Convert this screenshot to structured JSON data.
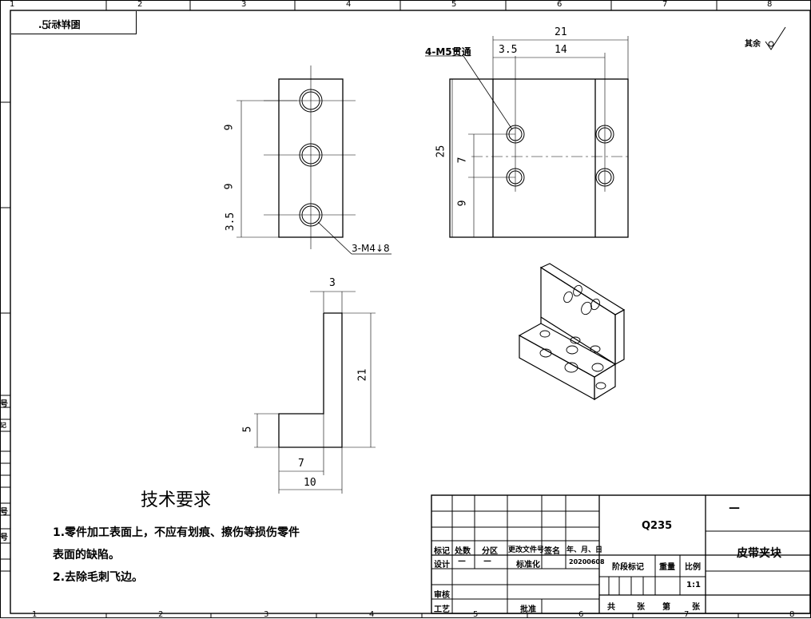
{
  "frame": {
    "top_zones": [
      "1",
      "2",
      "3",
      "4",
      "5",
      "6",
      "7",
      "8"
    ],
    "bottom_zones": [
      "1",
      "2",
      "3",
      "4",
      "5",
      "6",
      "7",
      "8"
    ],
    "corner_text": "图样标记."
  },
  "views": {
    "front": {
      "dim_9_top": "9",
      "dim_9_mid": "9",
      "dim_3_5": "3.5",
      "callout": "3-M4↓8"
    },
    "top_right": {
      "dim_21": "21",
      "dim_3_5": "3.5",
      "dim_14": "14",
      "dim_25": "25",
      "dim_7": "7",
      "dim_9": "9",
      "callout": "4-M5贯通"
    },
    "side": {
      "dim_3": "3",
      "dim_21": "21",
      "dim_5": "5",
      "dim_7": "7",
      "dim_10": "10"
    }
  },
  "roughness": {
    "label": "其余"
  },
  "tech_requirements": {
    "title": "技术要求",
    "line1": "1.零件加工表面上，不应有划痕、擦伤等损伤零件",
    "line2": "表面的缺陷。",
    "line3": "2.去除毛刺飞边。"
  },
  "title_block": {
    "hdr_mark": "标记",
    "hdr_count": "处数",
    "hdr_zone": "分区",
    "hdr_docno": "更改文件号",
    "hdr_sign": "签名",
    "hdr_date": "年、月、日",
    "design": "设计",
    "design_dash1": "—",
    "design_dash2": "—",
    "standard": "标准化",
    "date_value": "20200608",
    "stage_mark": "阶段标记",
    "weight": "重量",
    "scale": "比例",
    "scale_value": "1:1",
    "review": "审核",
    "craft": "工艺",
    "approve": "批准",
    "total": "共",
    "sheet1": "张",
    "no": "第",
    "sheet2": "张",
    "material": "Q235",
    "drawing_no": "—",
    "part_name": "皮带夹块"
  },
  "side_labels": [
    "号",
    "记",
    "号",
    "号"
  ]
}
